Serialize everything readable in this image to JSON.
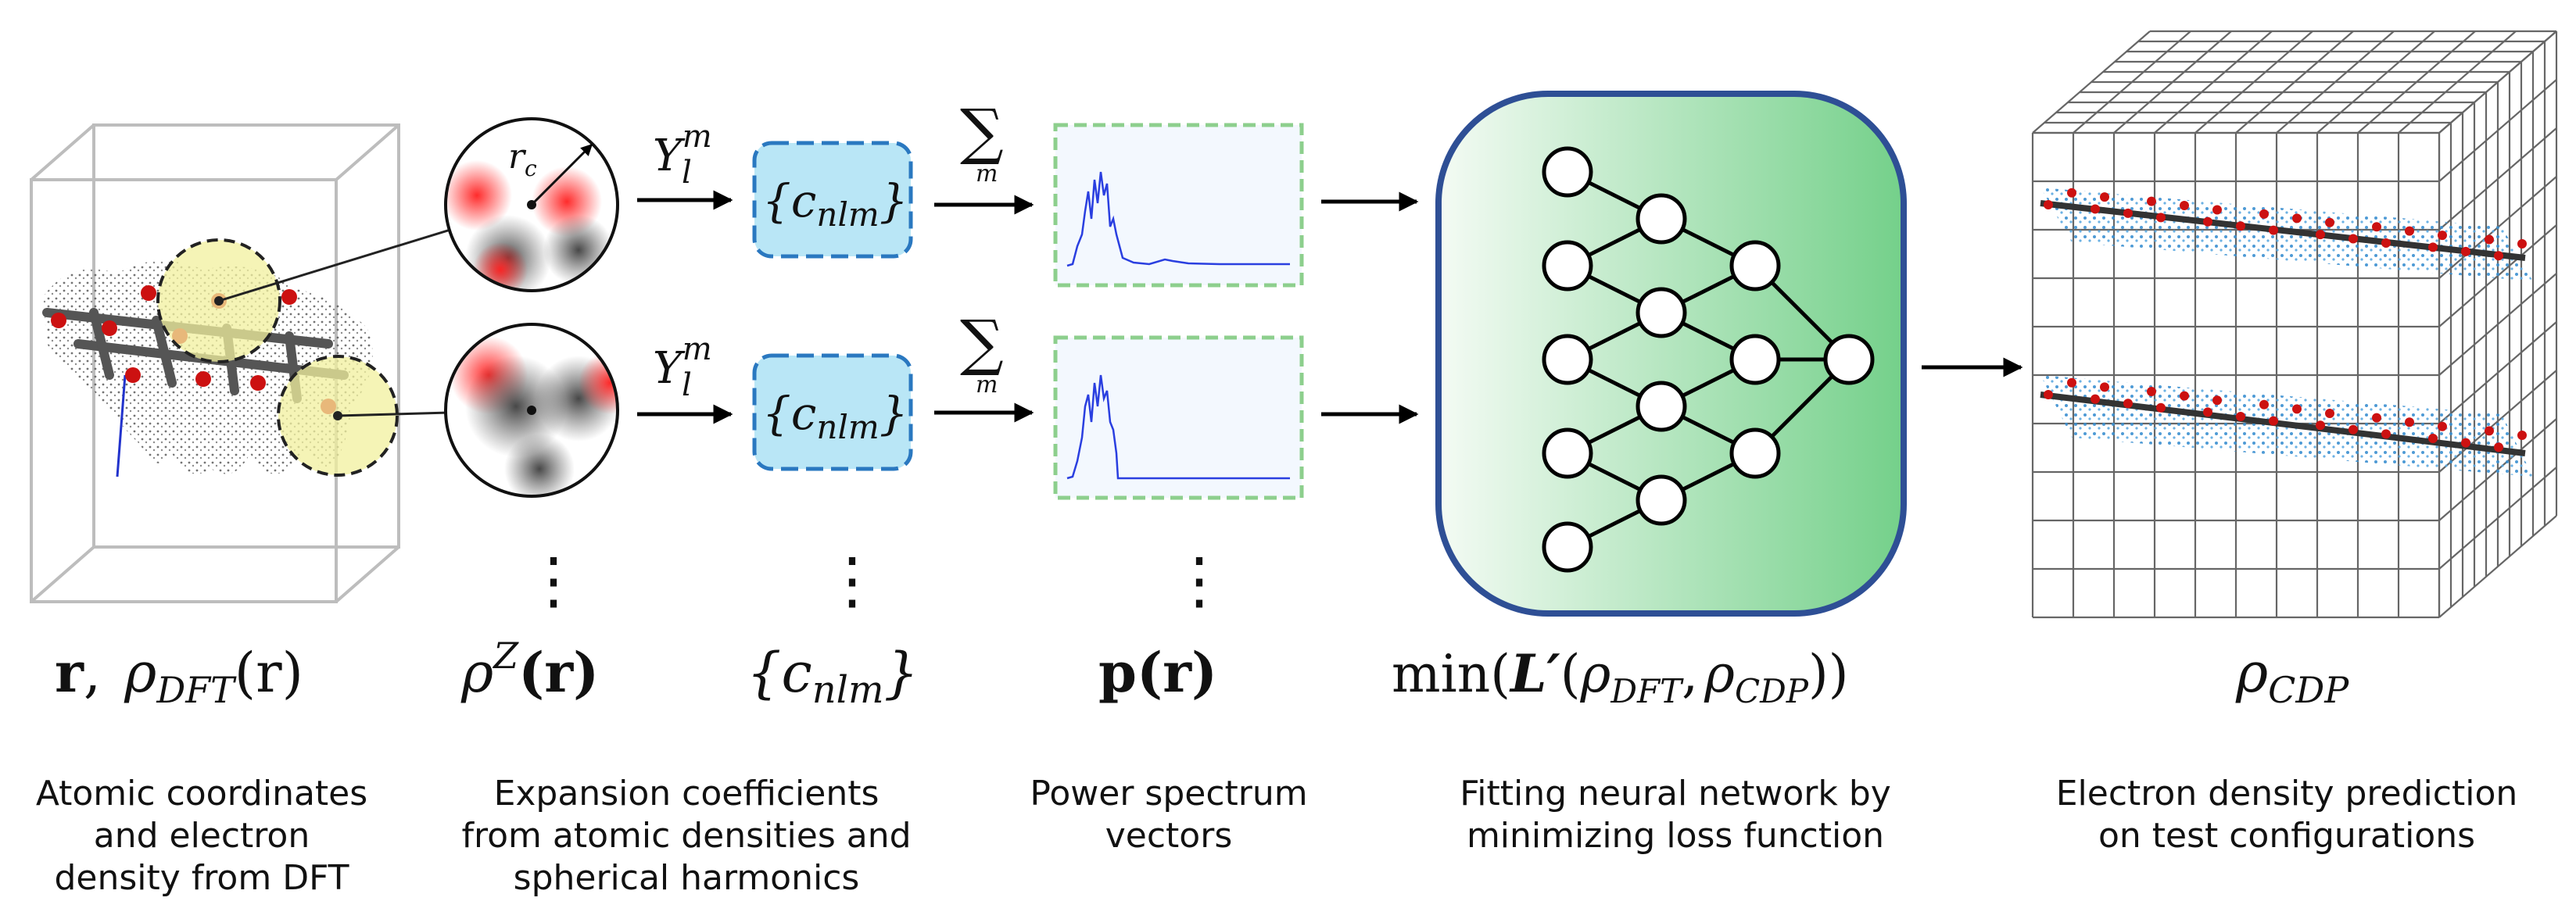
{
  "colors": {
    "arrow": "#000000",
    "coeff_fill": "#b9e6f6",
    "coeff_stroke": "#2a78c0",
    "spectrum_border": "#8dcf8d",
    "spectrum_line": "#2a3fe0",
    "nn_border": "#2e4f95",
    "nn_gradient_start": "#f2faf2",
    "nn_gradient_end": "#79d38e",
    "density_blue": "#3a8fd0",
    "atom_red": "#cc1111",
    "highlight_yellow": "#f2f09e"
  },
  "stages": {
    "input": {
      "math_r": "r",
      "math_comma": ",",
      "math_rho": "ρ",
      "math_sub": "DFT",
      "math_arg": "(r)",
      "caption": [
        "Atomic coordinates",
        "and electron",
        "density from DFT"
      ],
      "radius_label_r": "r",
      "radius_label_sub": "c"
    },
    "atomic_density": {
      "math_rho": "ρ",
      "math_sup": "Z",
      "math_arg": "(r)",
      "caption": [
        "Expansion coefficients",
        "from atomic densities and",
        "spherical harmonics"
      ]
    },
    "harmonics": {
      "Y": "Y",
      "sub": "l",
      "sup": "m"
    },
    "coefficients": {
      "box_label": "{c",
      "box_sub": "nlm",
      "box_close": "}",
      "math_open": "{c",
      "math_sub": "nlm",
      "math_close": "}"
    },
    "summation": {
      "symbol": "∑",
      "index": "m"
    },
    "power_spectrum": {
      "math_p": "p",
      "math_arg": "(r)",
      "caption": [
        "Power spectrum",
        "vectors"
      ]
    },
    "neural_network": {
      "math_min": "min(",
      "math_L": "L′",
      "math_open": "(",
      "math_rho1": "ρ",
      "math_sub1": "DFT",
      "math_comma": ",",
      "math_rho2": "ρ",
      "math_sub2": "CDP",
      "math_close": "))",
      "caption": [
        "Fitting neural network by",
        "minimizing loss function"
      ],
      "layers": [
        5,
        4,
        3,
        1
      ]
    },
    "prediction": {
      "math_rho": "ρ",
      "math_sub": "CDP",
      "caption": [
        "Electron density prediction",
        "on test configurations"
      ]
    },
    "ellipsis": "⋮"
  }
}
